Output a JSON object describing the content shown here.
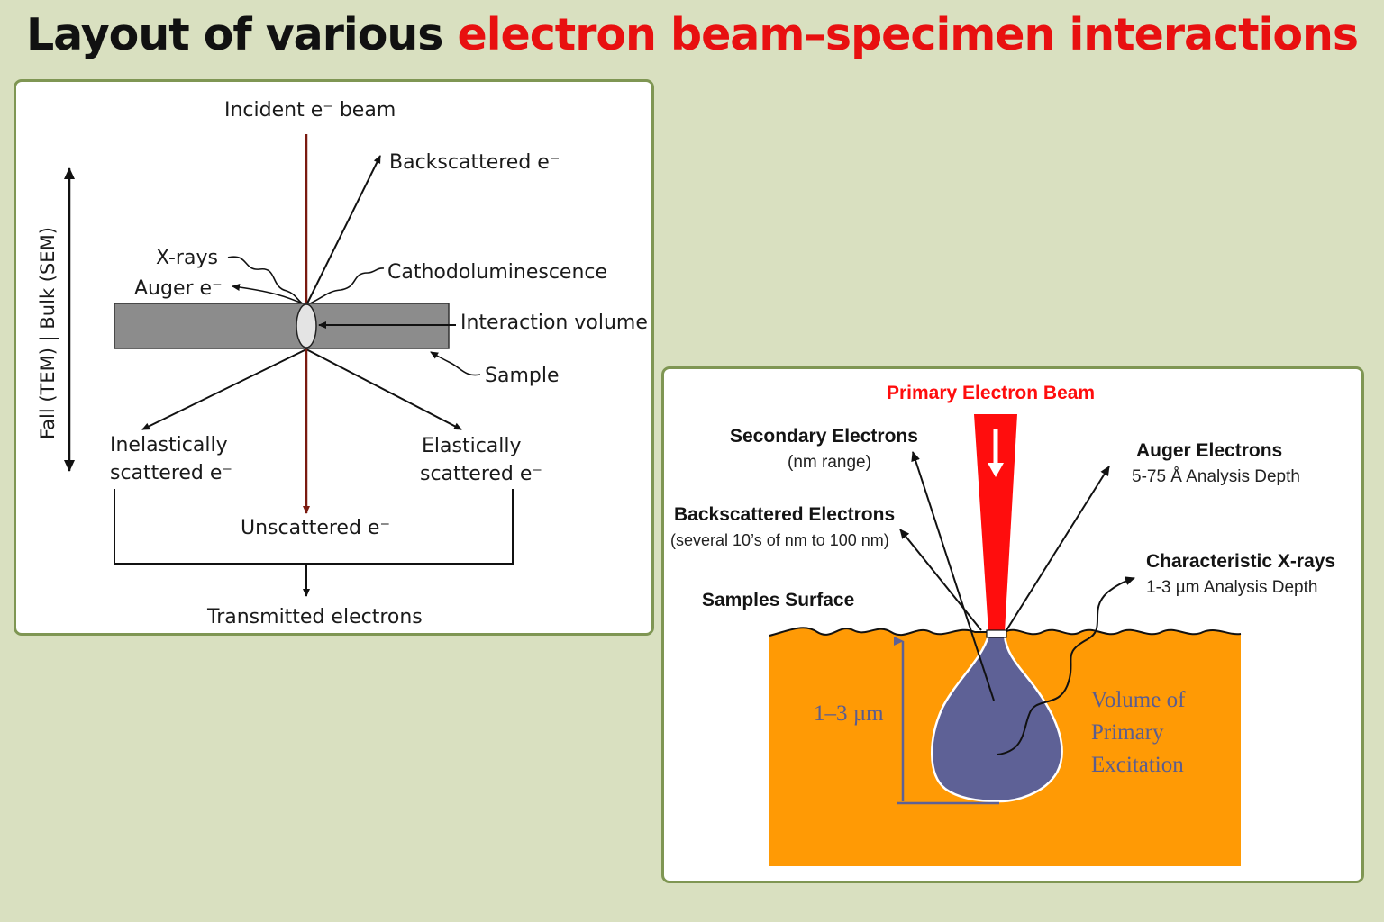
{
  "title": {
    "part1": "Layout of various ",
    "part2": "electron beam–specimen interactions",
    "accent_color": "#e81010"
  },
  "left_diagram": {
    "side_axis_label": "Fall (TEM) | Bulk (SEM)",
    "incident_beam": "Incident e⁻ beam",
    "backscattered": "Backscattered e⁻",
    "xrays": "X-rays",
    "auger": "Auger e⁻",
    "cathodoluminescence": "Cathodoluminescence",
    "interaction_volume": "Interaction volume",
    "sample": "Sample",
    "inelastic_line1": "Inelastically",
    "inelastic_line2": "scattered e⁻",
    "elastic_line1": "Elastically",
    "elastic_line2": "scattered e⁻",
    "unscattered": "Unscattered e⁻",
    "transmitted": "Transmitted electrons",
    "beam_color": "#7a1a10",
    "sample_color": "#8c8c8c"
  },
  "right_diagram": {
    "primary_beam": "Primary Electron Beam",
    "secondary_title": "Secondary Electrons",
    "secondary_sub": "(nm range)",
    "auger_title": "Auger Electrons",
    "auger_sub": "5-75 Å Analysis Depth",
    "backscattered_title": "Backscattered Electrons",
    "backscattered_sub": "(several 10’s of nm to 100 nm)",
    "xray_title": "Characteristic X-rays",
    "xray_sub": "1-3 µm Analysis Depth",
    "surface": "Samples Surface",
    "depth": "1–3 µm",
    "volume_line1": "Volume of",
    "volume_line2": "Primary",
    "volume_line3": "Excitation",
    "beam_color": "#ff0d0d",
    "specimen_color": "#ff9a05",
    "volume_color": "#5e6196"
  }
}
